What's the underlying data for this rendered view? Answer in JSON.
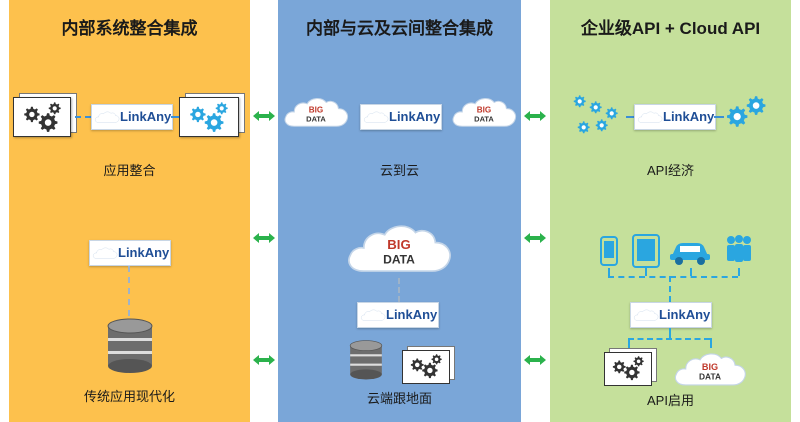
{
  "panels": [
    {
      "title": "内部系统整合集成",
      "captions": [
        "应用整合",
        "传统应用现代化"
      ]
    },
    {
      "title": "内部与云及云间整合集成",
      "captions": [
        "云到云",
        "云端跟地面"
      ]
    },
    {
      "title": "企业级API + Cloud API",
      "captions": [
        "API经济",
        "API启用"
      ]
    }
  ],
  "badge_label": "LinkAny",
  "cloud_text": [
    "BIG",
    "DATA"
  ],
  "colors": {
    "panel1": "#fdc14d",
    "panel2": "#7aa6d8",
    "panel3": "#c5e09b",
    "arrow": "#2bb24c",
    "icon_blue": "#2aa6e0",
    "badge_text": "#1f4e96"
  },
  "icons": [
    "gears-window-icon",
    "gears-icon",
    "database-icon",
    "cloud-big-data-icon",
    "phone-icon",
    "tablet-icon",
    "car-icon",
    "people-icon",
    "double-arrow-icon"
  ]
}
